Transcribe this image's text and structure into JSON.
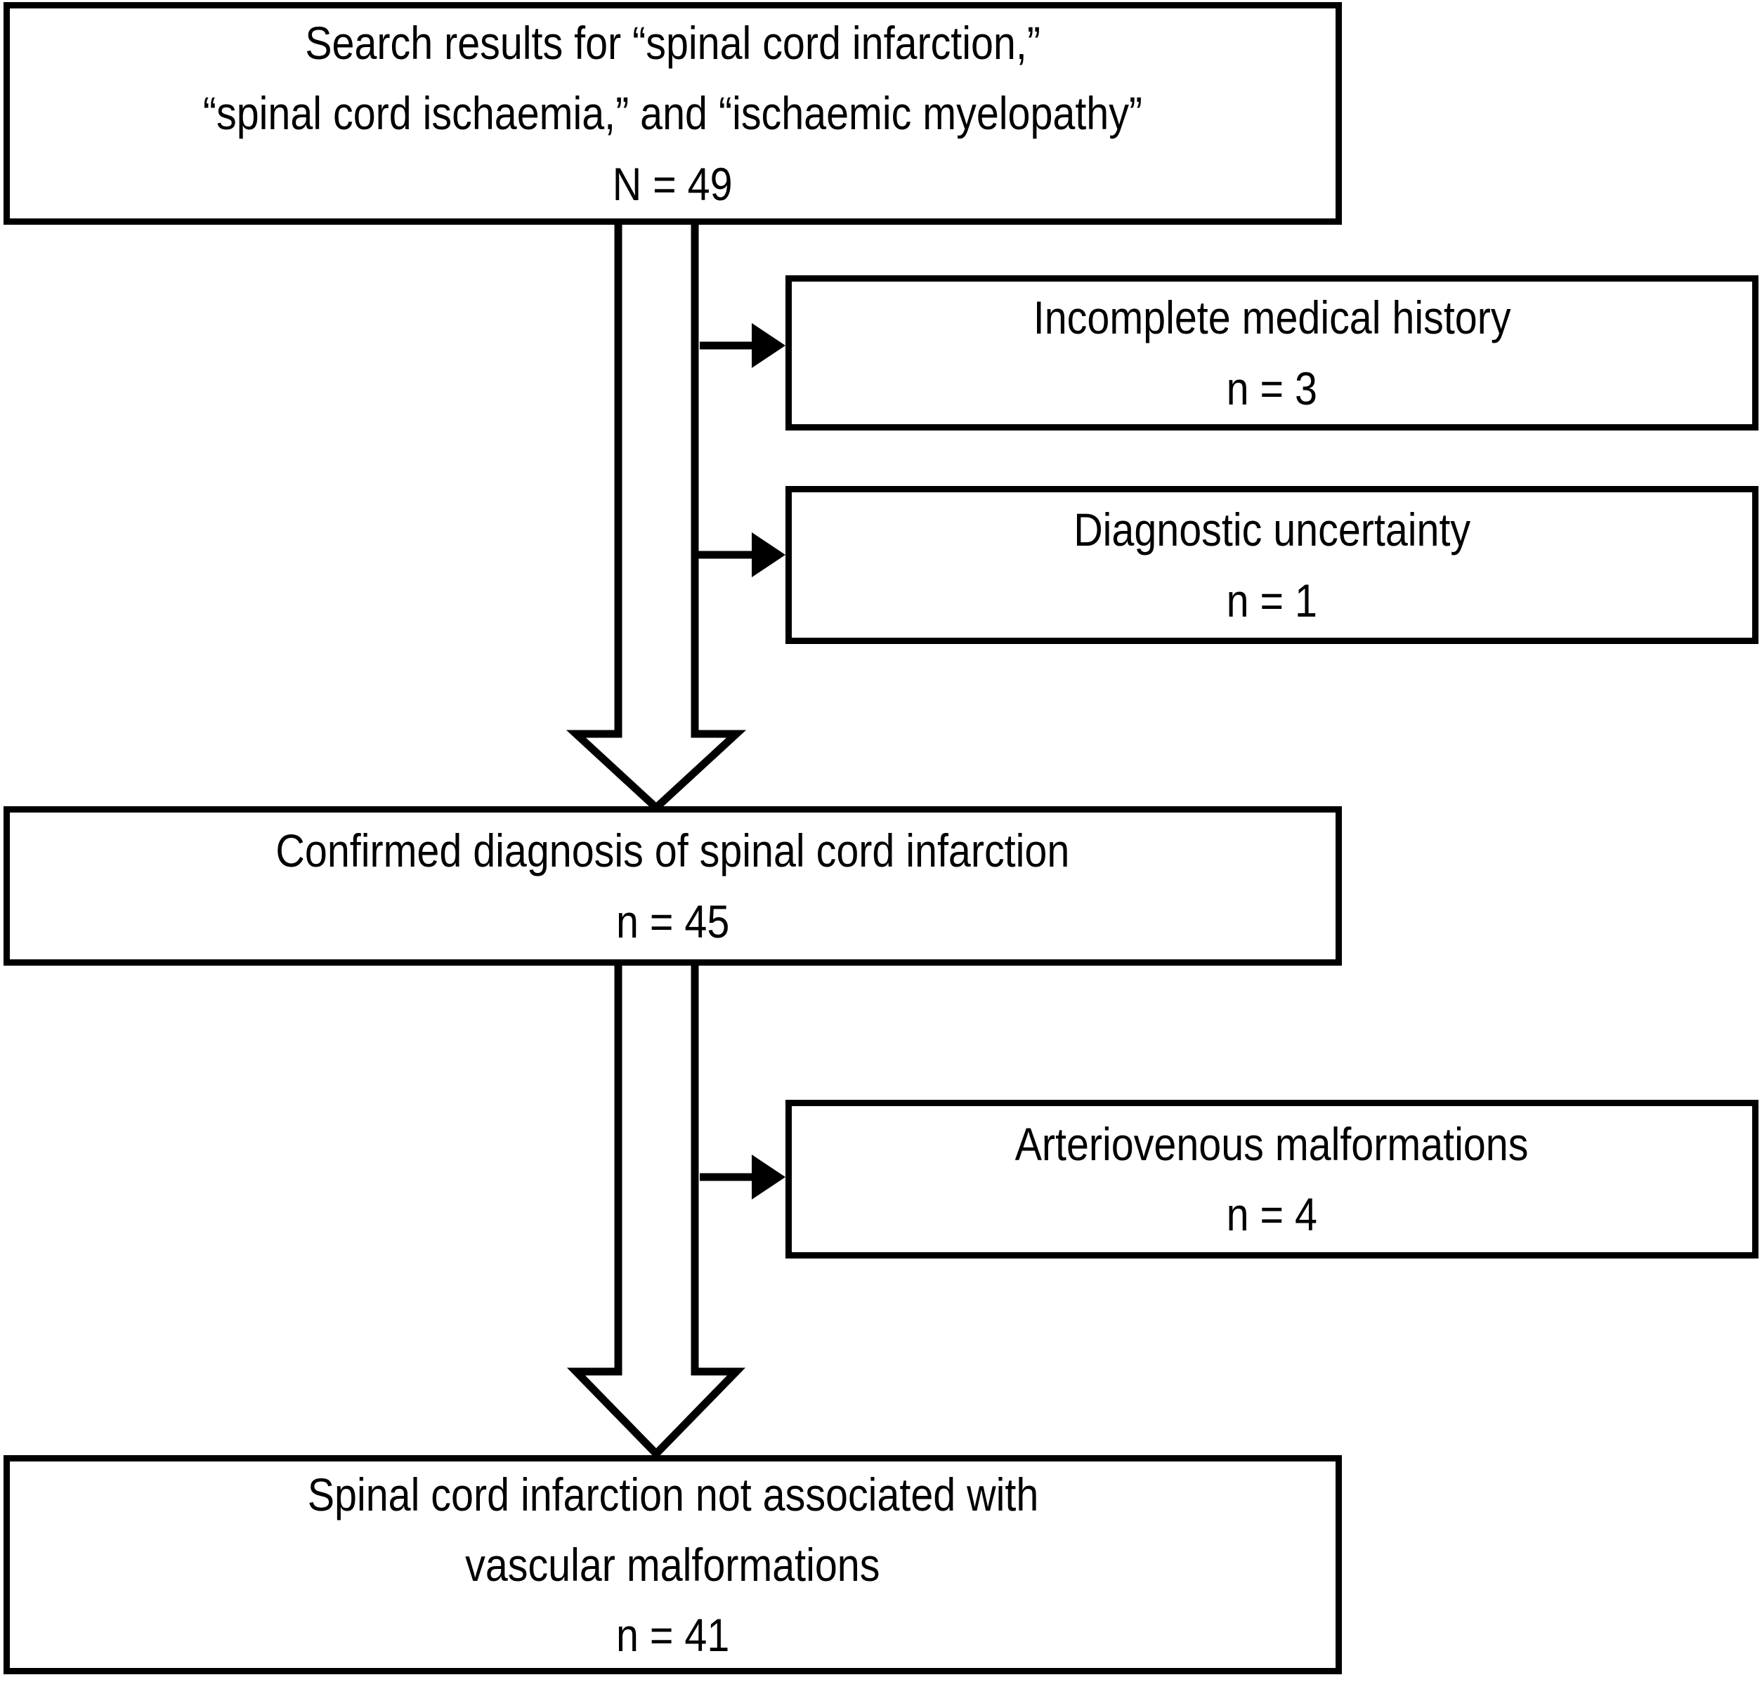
{
  "figure": {
    "type": "flowchart",
    "orientation": "top-to-bottom",
    "background_color": "#ffffff",
    "line_color": "#000000"
  },
  "nodes": {
    "search_results": {
      "id": "search-results",
      "line1": "Search results for “spinal cord infarction,”",
      "line2": "“spinal cord ischaemia,” and “ischaemic myelopathy”",
      "line3": "N = 49",
      "count_label": "N = 49",
      "count": 49
    },
    "incomplete_history": {
      "id": "incomplete-medical-history",
      "line1": "Incomplete medical history",
      "line2": "n = 3",
      "count_label": "n = 3",
      "count": 3
    },
    "diagnostic_uncertainty": {
      "id": "diagnostic-uncertainty",
      "line1": "Diagnostic uncertainty",
      "line2": "n = 1",
      "count_label": "n = 1",
      "count": 1
    },
    "confirmed_diagnosis": {
      "id": "confirmed-diagnosis",
      "line1": "Confirmed diagnosis of spinal cord infarction",
      "line2": "n = 45",
      "count_label": "n = 45",
      "count": 45
    },
    "arteriovenous_malformations": {
      "id": "arteriovenous-malformations",
      "line1": "Arteriovenous malformations",
      "line2": "n = 4",
      "count_label": "n = 4",
      "count": 4
    },
    "final_cohort": {
      "id": "spinal-cord-infarction-no-vascular-malformation",
      "line1": "Spinal cord infarction not associated with",
      "line2": "vascular malformations",
      "line3": "n = 41",
      "count_label": "n = 41",
      "count": 41
    }
  },
  "edges": [
    {
      "from": "search_results",
      "to": "incomplete_history",
      "style": "thin-arrow",
      "direction": "right"
    },
    {
      "from": "search_results",
      "to": "diagnostic_uncertainty",
      "style": "thin-arrow",
      "direction": "right"
    },
    {
      "from": "search_results",
      "to": "confirmed_diagnosis",
      "style": "hollow-block-arrow",
      "direction": "down"
    },
    {
      "from": "confirmed_diagnosis",
      "to": "arteriovenous_malformations",
      "style": "thin-arrow",
      "direction": "right"
    },
    {
      "from": "confirmed_diagnosis",
      "to": "final_cohort",
      "style": "hollow-block-arrow",
      "direction": "down"
    }
  ]
}
